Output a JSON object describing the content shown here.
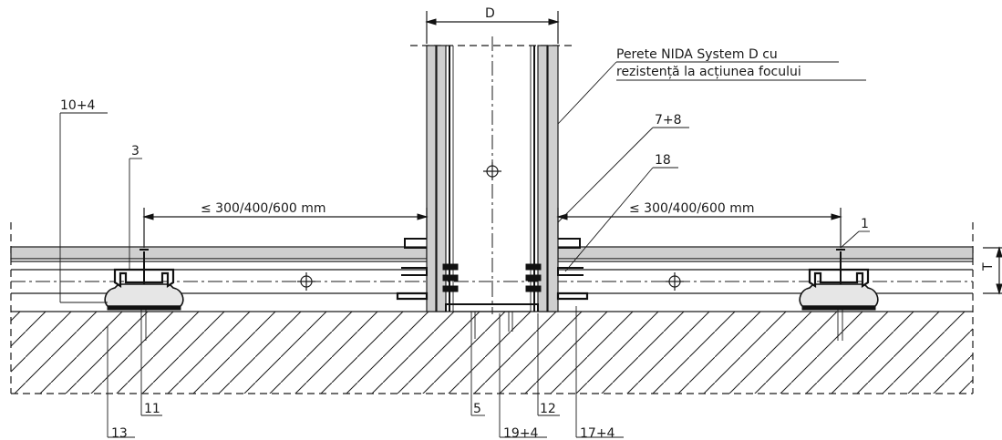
{
  "title_note": {
    "line1": "Perete NIDA System D cu",
    "line2": "rezistență la acțiunea focului"
  },
  "dimensions": {
    "wall_width": "D",
    "spacing_left": "≤ 300/400/600 mm",
    "spacing_right": "≤ 300/400/600 mm",
    "height": "T"
  },
  "callouts": {
    "c10_4": "10+4",
    "c3": "3",
    "c7_8": "7+8",
    "c18": "18",
    "c1": "1",
    "c13": "13",
    "c11": "11",
    "c5": "5",
    "c19_4": "19+4",
    "c12": "12",
    "c17_4": "17+4"
  }
}
